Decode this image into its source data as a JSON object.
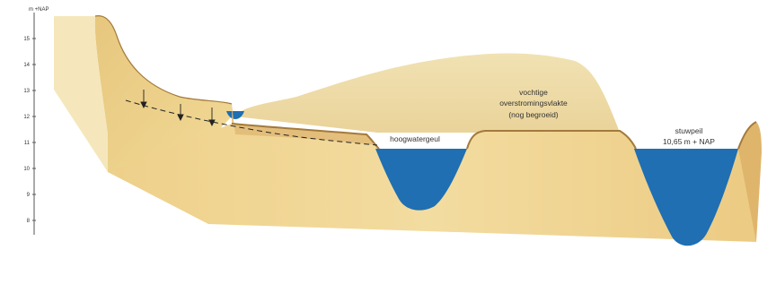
{
  "axis": {
    "unit": "m +NAP",
    "ticks": [
      "15",
      "14",
      "13",
      "12",
      "11",
      "10",
      "9",
      "8"
    ]
  },
  "labels": {
    "hoogwatergeul": "hoogwatergeul",
    "vochtige_line1": "vochtige",
    "vochtige_line2": "overstromingsvlakte",
    "vochtige_line3": "(nog begroeid)",
    "stuwpeil_line1": "stuwpeil",
    "stuwpeil_line2": "10,65 m + NAP"
  },
  "colors": {
    "background": "#ffffff",
    "soil_light": "#f3e7b8",
    "soil_mid": "#eed99e",
    "soil_front": "#f0d58e",
    "soil_edge": "#a37a3b",
    "water": "#1f6fb2",
    "ink": "#333333"
  }
}
